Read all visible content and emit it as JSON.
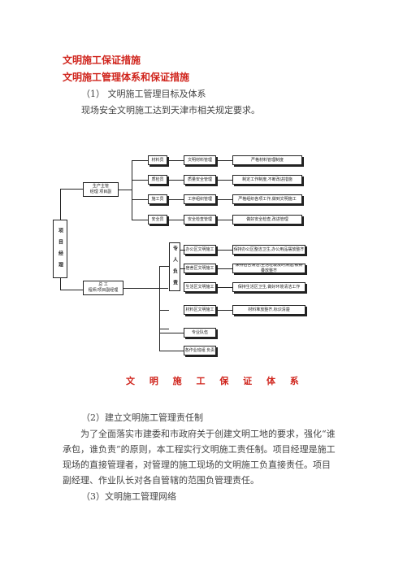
{
  "heading1": "文明施工保证措施",
  "heading2": "文明施工管理体系和保证措施",
  "section1": {
    "title": "（1）  文明施工管理目标及体系",
    "text": "现场安全文明施工达到天津市相关规定要求。"
  },
  "diagram": {
    "title": "文 明 施 工 保 证 体 系",
    "root": "项 目 经 理",
    "upper_leader": "生产主管\n经理 项目副",
    "lower_leader": "总 工\n程师/项目副经理",
    "upper_rows": [
      {
        "role": "材料员",
        "duty": "文明材料管理",
        "detail": "严格材料管理制度"
      },
      {
        "role": "质检员",
        "duty": "质量安全管理",
        "detail": "制定工作制度,不断改进措施"
      },
      {
        "role": "施工员",
        "duty": "工序组织管理",
        "detail": "严格组织各项工作,做到文明施工"
      },
      {
        "role": "安全员",
        "duty": "安全检查管理",
        "detail": "做好安全检查,改进管理"
      }
    ],
    "group_label": "专 人 负 责",
    "lower_rows": [
      {
        "role": "办公区文明施工",
        "detail": "保持办公区整洁卫生,办公用品摆放整齐"
      },
      {
        "role": "宿舍区文明施工",
        "detail": "保持宿舍清洁,生活垃圾及时清运,被褥叠放整齐"
      },
      {
        "role": "生活区文明施工",
        "detail": "保持生活区卫生,做好环境清洁工作"
      },
      {
        "role": "材料区文明施工",
        "detail": "材料堆放整齐,标识清楚"
      }
    ],
    "extra_boxes": [
      "专业队伍",
      "各作业班组 负责"
    ]
  },
  "section2": {
    "title": "（2）建立文明施工管理责任制",
    "paragraph": "为了全面落实市建委和市政府关于创建文明工地的要求，强化“谁承包，谁负责”的原则，本工程实行文明施工责任制。项目经理是施工现场的直接管理者，对管理的施工现场的文明施工负直接责任。项目副经理、作业队长对各自管辖的范围负管理责任。"
  },
  "section3": {
    "title": "（3）文明施工管理网络"
  }
}
